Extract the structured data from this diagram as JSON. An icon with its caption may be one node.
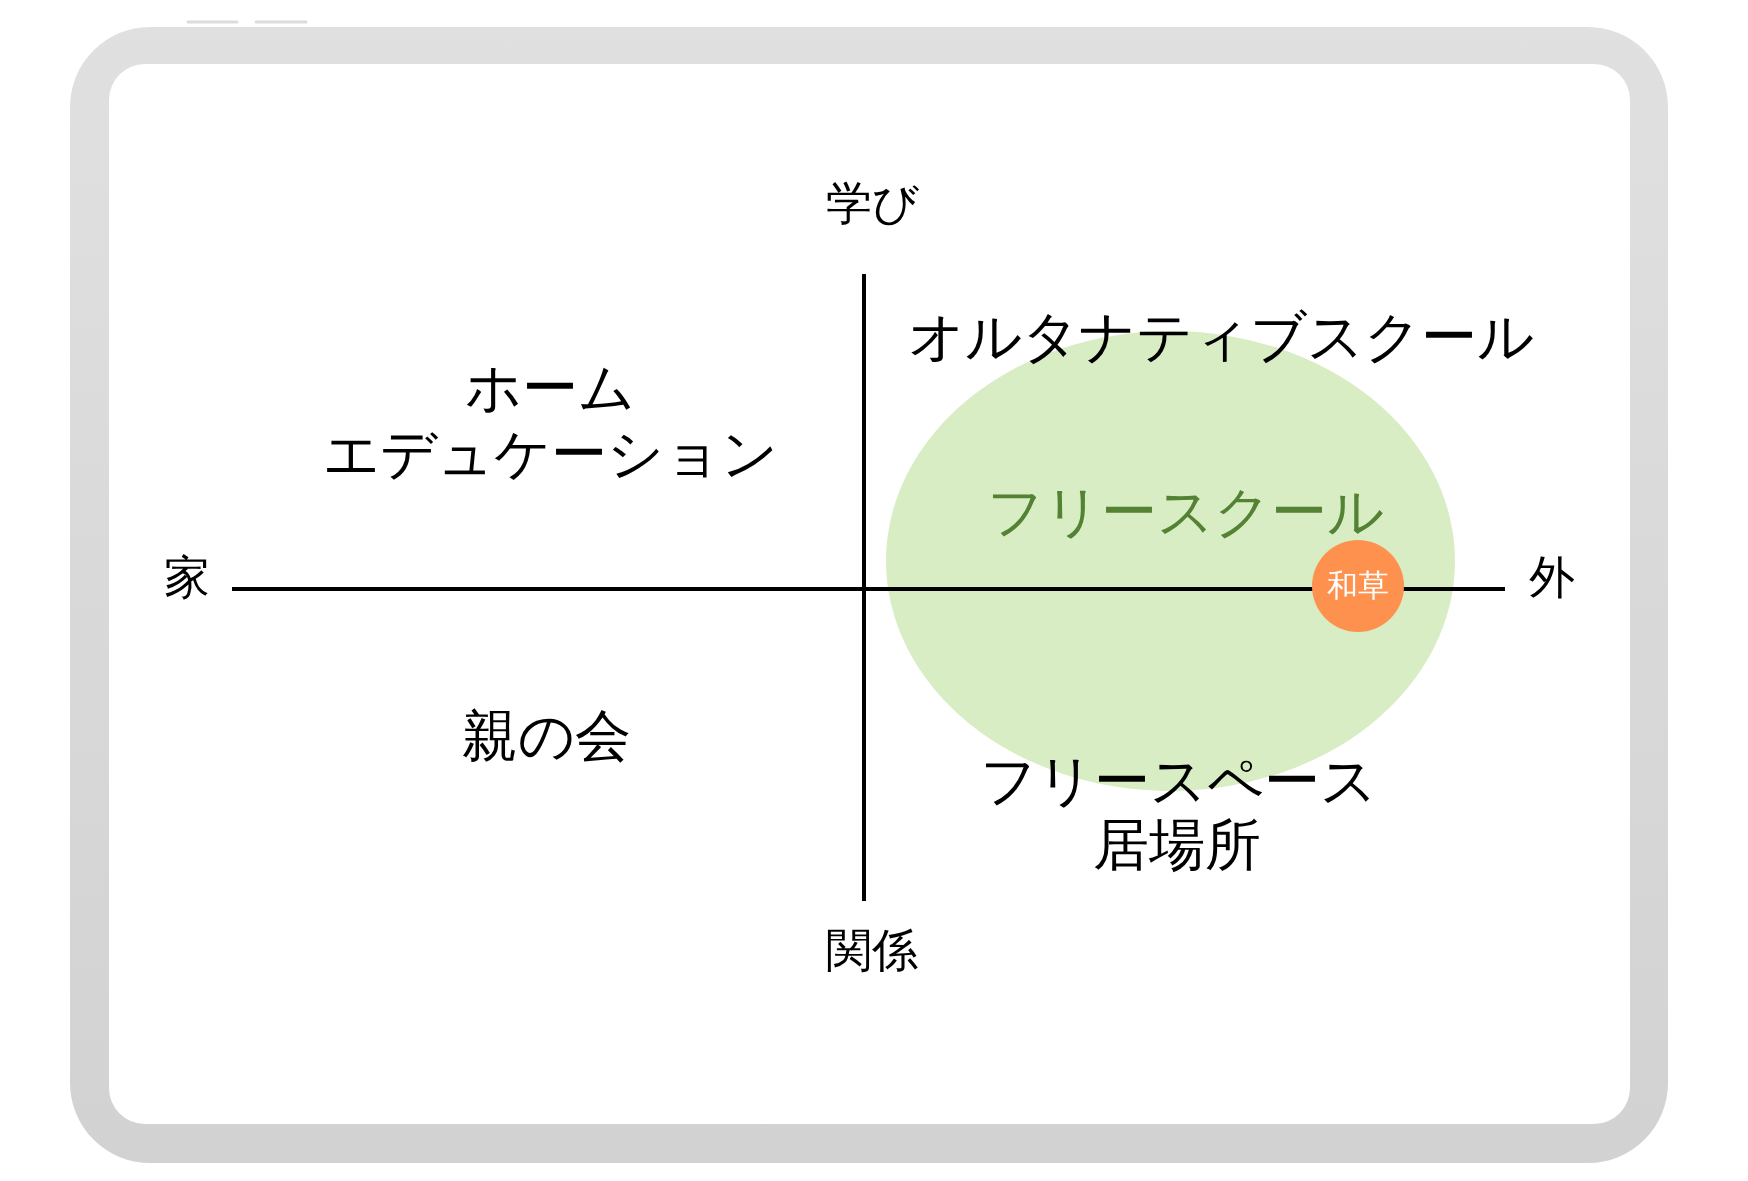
{
  "diagram": {
    "nodes": [
      {
        "text": [
          "フリースクール"
        ]
      },
      {
        "text": [
          "和草"
        ],
        "in": 0
      }
    ],
    "labels": [
      "学び",
      "オルタナティブスクール",
      "ホームエデュケーション",
      "家",
      "外",
      "親の会",
      "フリースペース",
      "居場所",
      "関係"
    ]
  }
}
